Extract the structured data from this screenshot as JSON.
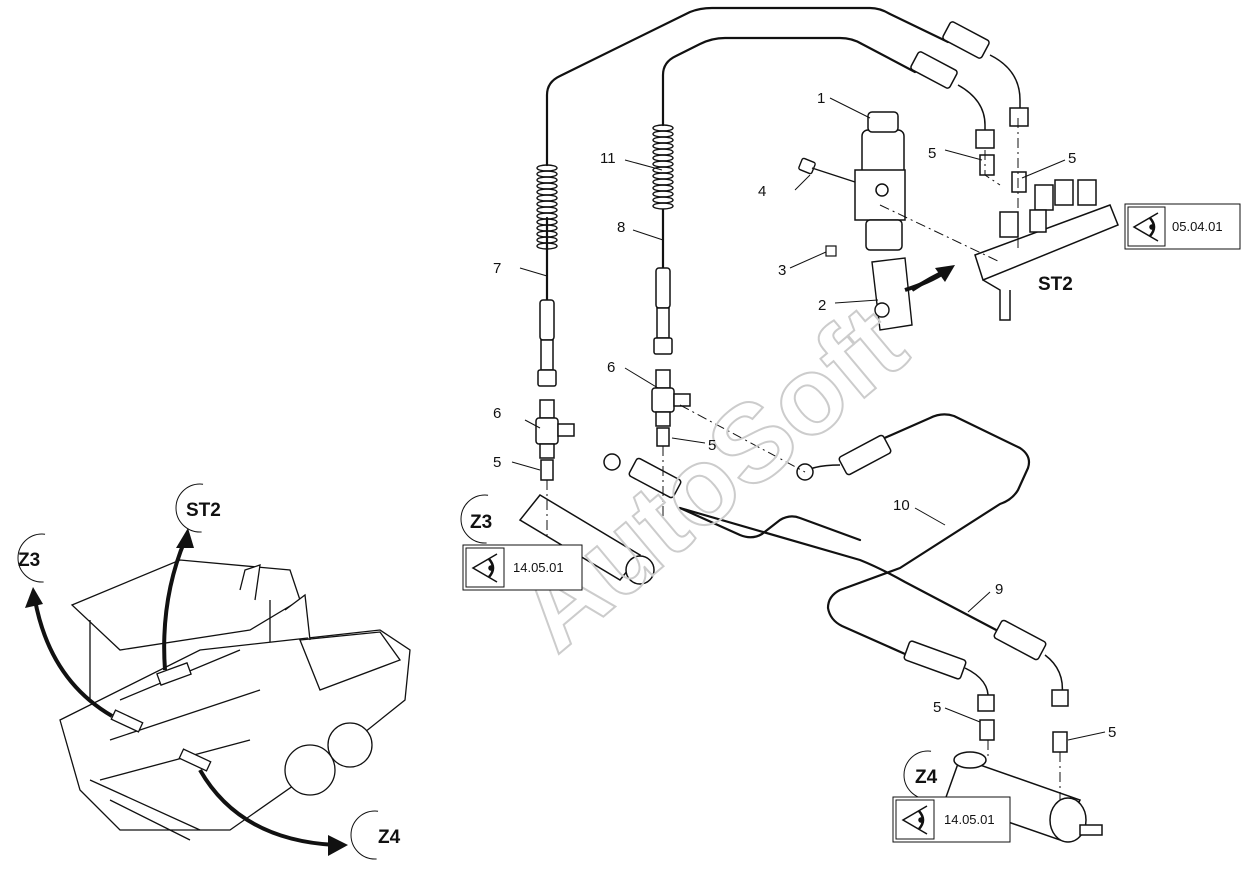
{
  "watermark": "AutoSoft",
  "view_refs": {
    "st2": {
      "code": "ST2",
      "ref": "05.04.01"
    },
    "z3": {
      "code": "Z3",
      "ref": "14.05.01"
    },
    "z4": {
      "code": "Z4",
      "ref": "14.05.01"
    }
  },
  "overview": {
    "st2": "ST2",
    "z3": "Z3",
    "z4": "Z4"
  },
  "callouts": [
    "1",
    "2",
    "3",
    "4",
    "5",
    "5",
    "5",
    "5",
    "5",
    "5",
    "6",
    "6",
    "7",
    "8",
    "9",
    "10",
    "11"
  ],
  "colors": {
    "line": "#111111",
    "watermark": "#cccccc"
  }
}
